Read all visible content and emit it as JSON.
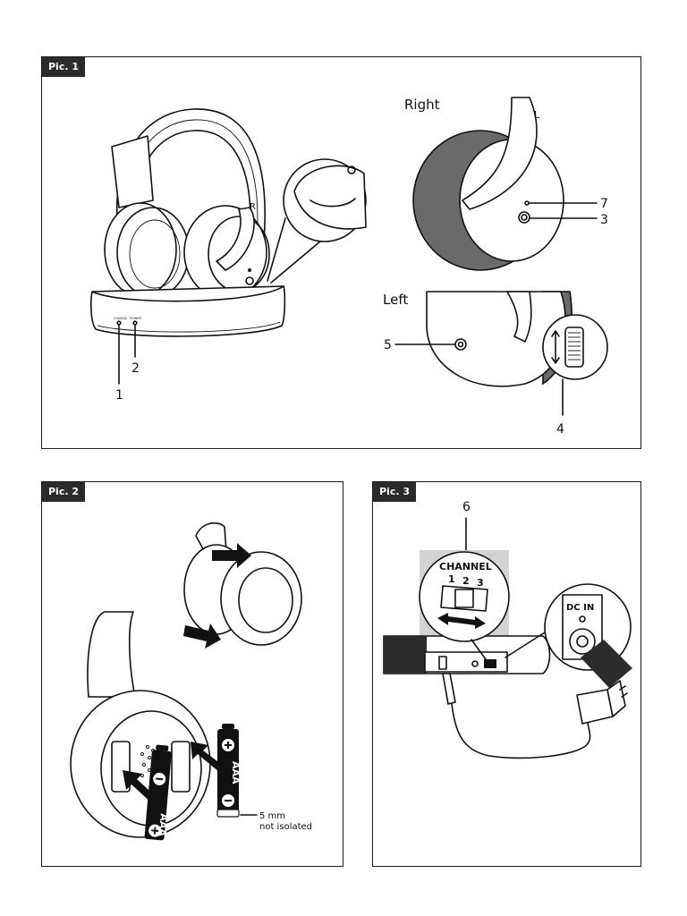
{
  "pic1": {
    "tag": "Pic. 1",
    "label_right": "Right",
    "label_left": "Left",
    "base_led_1": "CHARGE",
    "base_led_2": "POWER",
    "ear_letter_r": "R",
    "ear_letter_l": "L",
    "callouts": {
      "c1": "1",
      "c2": "2",
      "c3": "3",
      "c4": "4",
      "c5": "5",
      "c7": "7"
    }
  },
  "pic2": {
    "tag": "Pic. 2",
    "battery_label": "AAA",
    "note_line1": "5 mm",
    "note_line2": "not isolated"
  },
  "pic3": {
    "tag": "Pic. 3",
    "callout_6": "6",
    "channel_title": "CHANNEL",
    "ch1": "1",
    "ch2": "2",
    "ch3": "3",
    "dc_in": "DC IN"
  }
}
